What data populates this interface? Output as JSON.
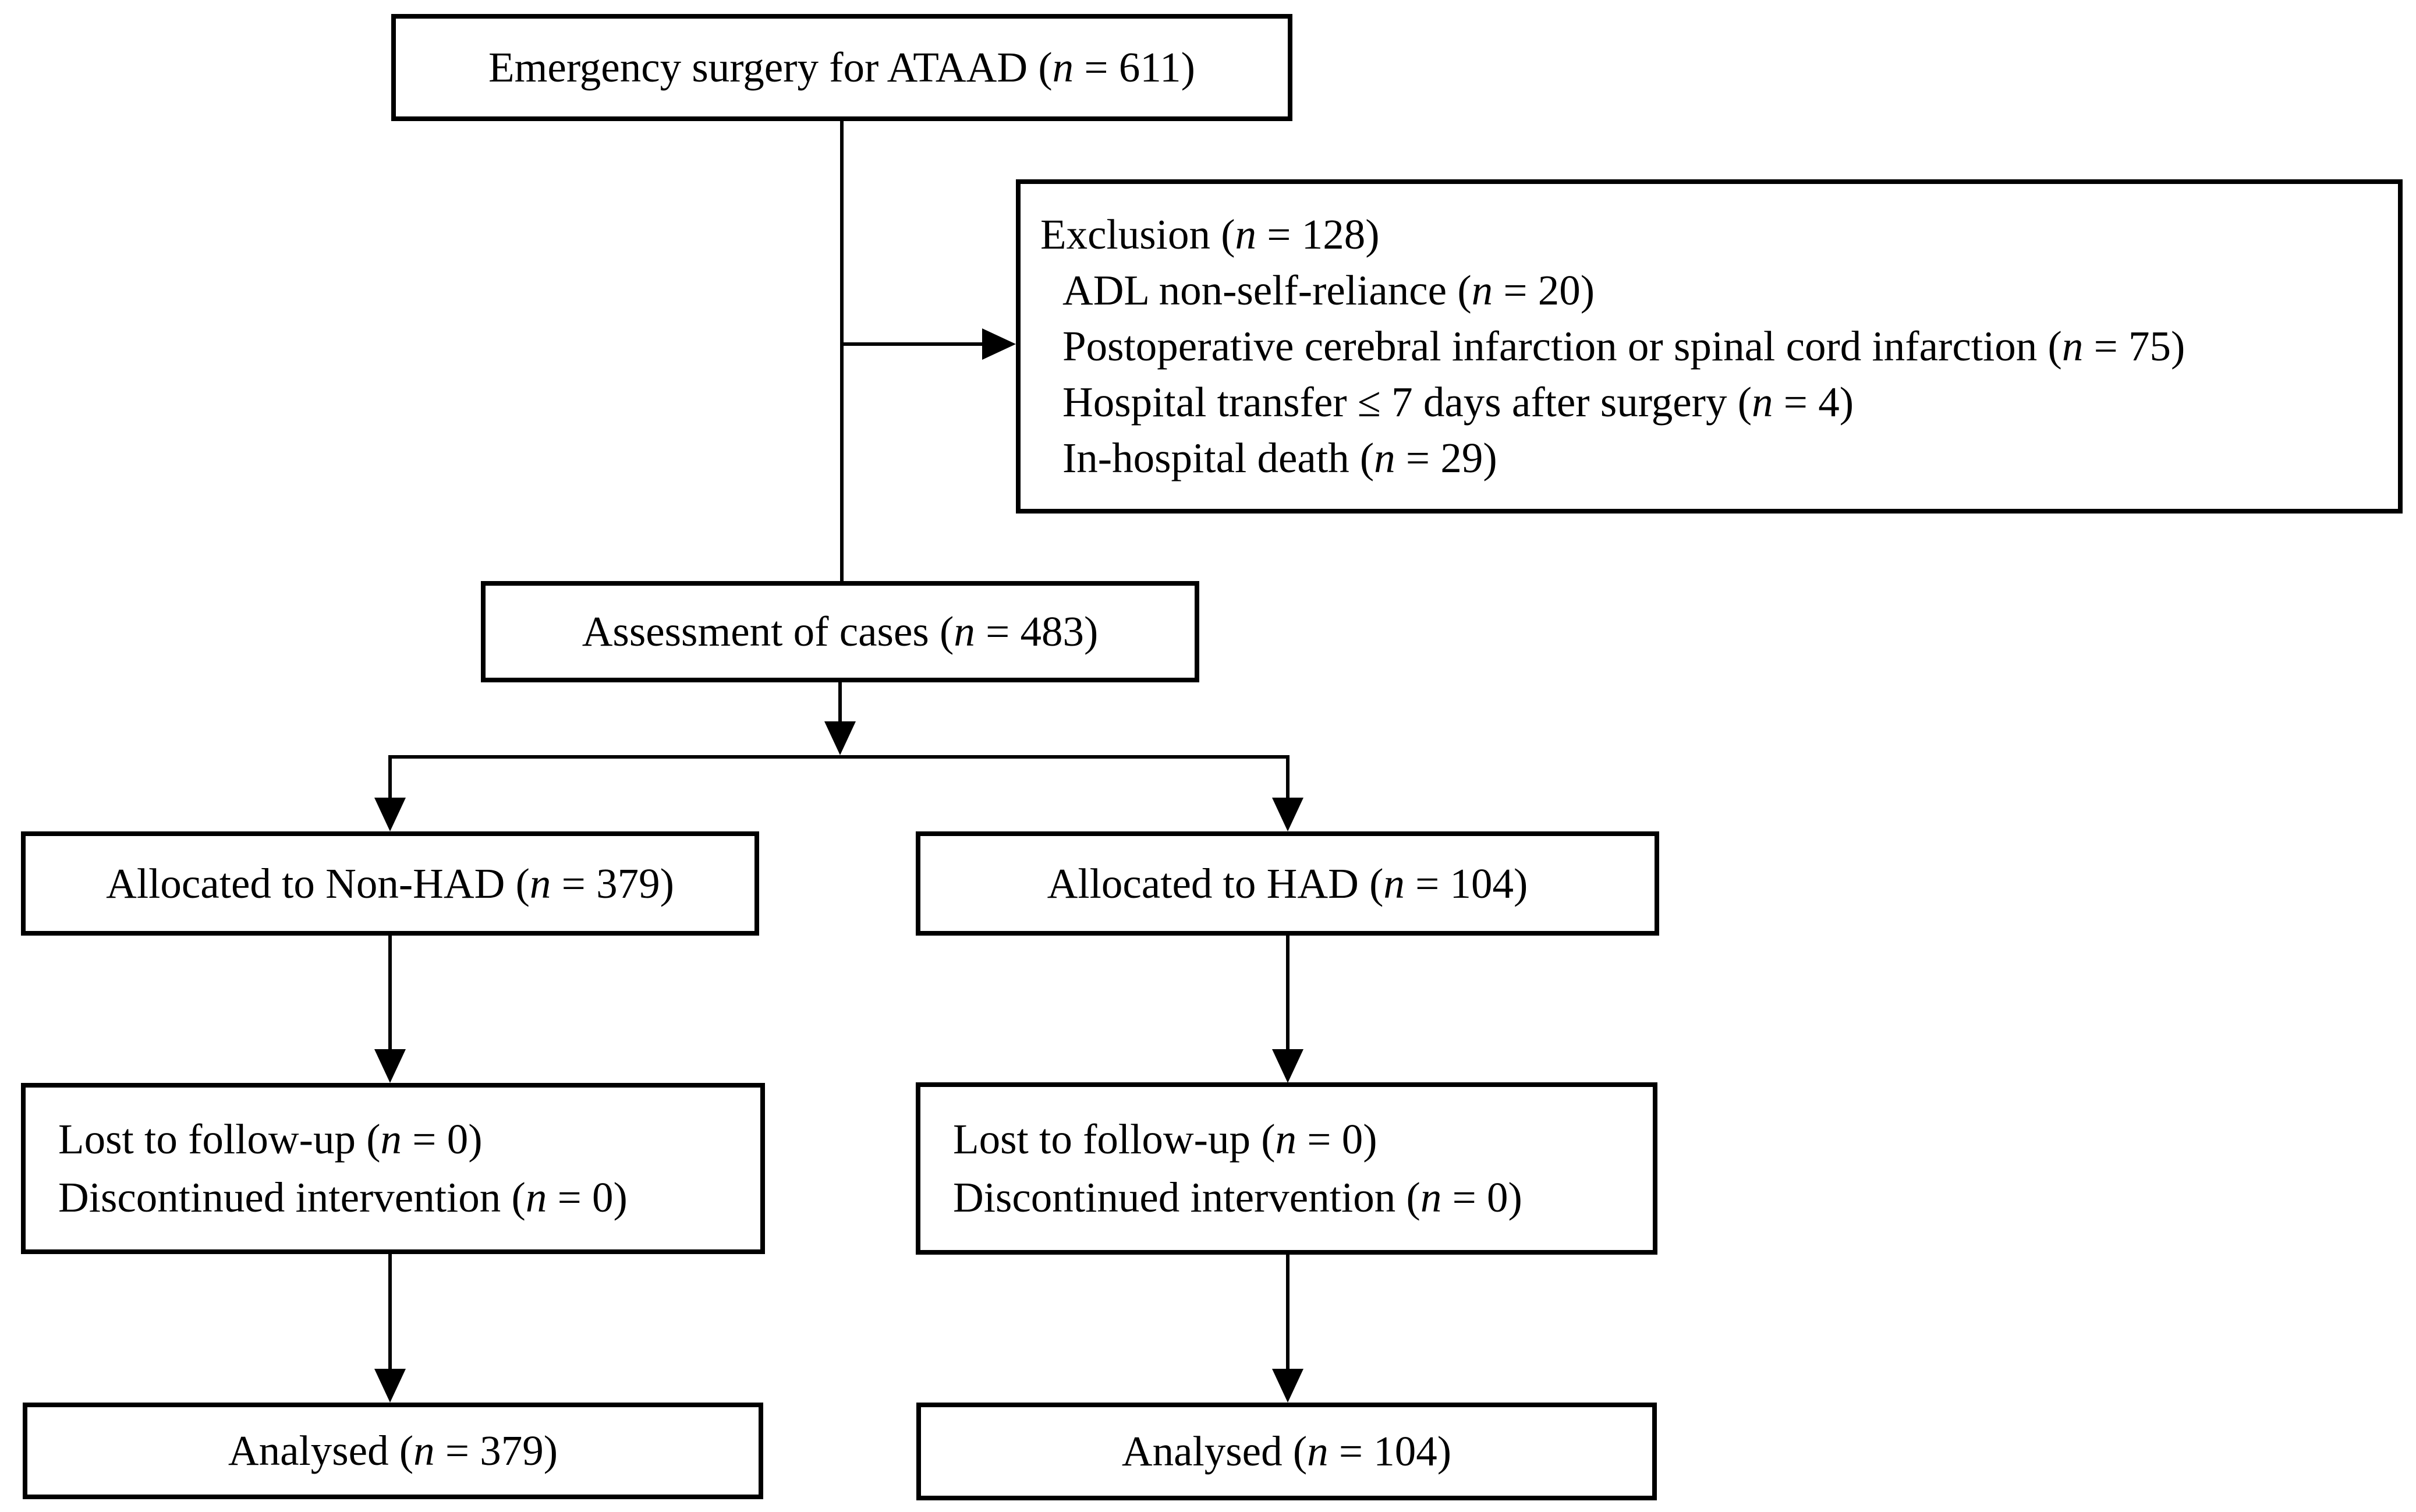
{
  "page": {
    "background": "#ffffff",
    "ink": "#000000",
    "description": "Patient flow diagram for emergency ATAAD surgery study"
  },
  "italic_var": "n",
  "boxes": {
    "top": {
      "pre": "Emergency surgery for ATAAD (",
      "post": " = 611)"
    },
    "exclusion": {
      "lines": [
        {
          "pre": "Exclusion (",
          "post": " = 128)"
        },
        {
          "pre": "ADL non-self-reliance (",
          "post": " = 20)"
        },
        {
          "pre": "Postoperative cerebral infarction or spinal cord infarction (",
          "post": " = 75)"
        },
        {
          "pre": "Hospital transfer ≤ 7 days after surgery (",
          "post": " = 4)"
        },
        {
          "pre": "In-hospital death (",
          "post": " = 29)"
        }
      ]
    },
    "assessment": {
      "pre": "Assessment of cases (",
      "post": " = 483)"
    },
    "alloc_left": {
      "pre": "Allocated to Non-HAD (",
      "post": " = 379)"
    },
    "alloc_right": {
      "pre": "Allocated to HAD (",
      "post": " = 104)"
    },
    "lost_left": {
      "lines": [
        {
          "pre": "Lost to follow-up (",
          "post": " = 0)"
        },
        {
          "pre": "Discontinued intervention (",
          "post": " = 0)"
        }
      ]
    },
    "lost_right": {
      "lines": [
        {
          "pre": "Lost to follow-up (",
          "post": " = 0)"
        },
        {
          "pre": "Discontinued intervention (",
          "post": " = 0)"
        }
      ]
    },
    "analysed_left": {
      "pre": "Analysed (",
      "post": " = 379)"
    },
    "analysed_right": {
      "pre": "Analysed (",
      "post": " = 104)"
    }
  }
}
